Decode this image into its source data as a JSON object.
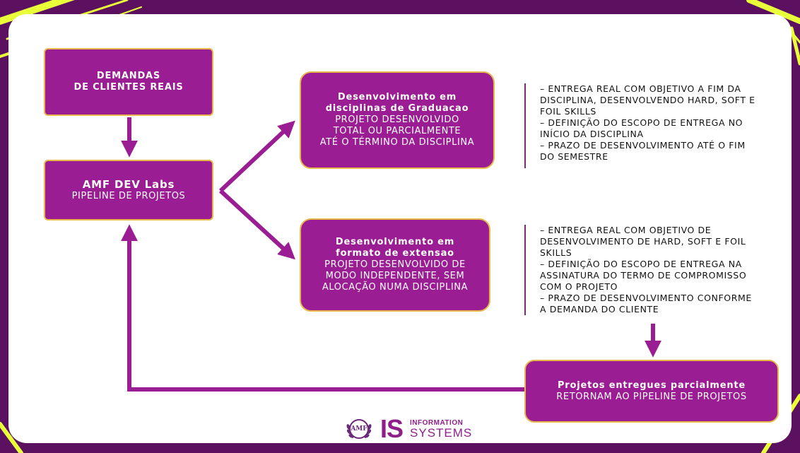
{
  "colors": {
    "box_fill": "#9a1d93",
    "box_border": "#e8b94a",
    "arrow": "#9a1d93",
    "frame_dark": "#5b1060",
    "frame_accent": "#e8ff3a"
  },
  "boxes": {
    "demandas": {
      "title_line1": "DEMANDAS",
      "title_line2": "DE CLIENTES REAIS"
    },
    "amf": {
      "title": "AMF DEV Labs",
      "subtitle": "PIPELINE DE PROJETOS"
    },
    "graduacao": {
      "title_line1": "Desenvolvimento em",
      "title_line2": "disciplinas de Graduacao",
      "sub_line1": "PROJETO DESENVOLVIDO",
      "sub_line2": "TOTAL OU PARCIALMENTE",
      "sub_line3": "ATÉ O TÉRMINO DA DISCIPLINA"
    },
    "extensao": {
      "title_line1": "Desenvolvimento em",
      "title_line2": "formato de extensao",
      "sub_line1": "PROJETO DESENVOLVIDO DE",
      "sub_line2": "MODO INDEPENDENTE, SEM",
      "sub_line3": "ALOCAÇÃO NUMA DISCIPLINA"
    },
    "entregues": {
      "title": "Projetos entregues parcialmente",
      "subtitle": "RETORNAM AO PIPELINE DE PROJETOS"
    }
  },
  "notes": {
    "graduacao": [
      "– ENTREGA REAL COM OBJETIVO A FIM DA",
      "DISCIPLINA, DESENVOLVENDO HARD, SOFT E",
      "FOIL SKILLS",
      "– DEFINIÇÃO DO ESCOPO DE ENTREGA NO",
      "INÍCIO DA DISCIPLINA",
      "– PRAZO DE DESENVOLVIMENTO ATÉ O FIM",
      "DO SEMESTRE"
    ],
    "extensao": [
      "– ENTREGA REAL COM OBJETIVO DE",
      "DESENVOLVIMENTO DE HARD, SOFT E FOIL",
      "SKILLS",
      "– DEFINIÇÃO DO ESCOPO DE ENTREGA NA",
      "ASSINATURA DO TERMO DE COMPROMISSO",
      "COM O PROJETO",
      "– PRAZO DE DESENVOLVIMENTO CONFORME",
      "A DEMANDA DO CLIENTE"
    ]
  },
  "logo": {
    "emblem_text": "AMF",
    "is_text": "IS",
    "info_line1": "INFORMATION",
    "info_line2": "SYSTEMS",
    "emblem_icon": "laurel-emblem-icon"
  }
}
